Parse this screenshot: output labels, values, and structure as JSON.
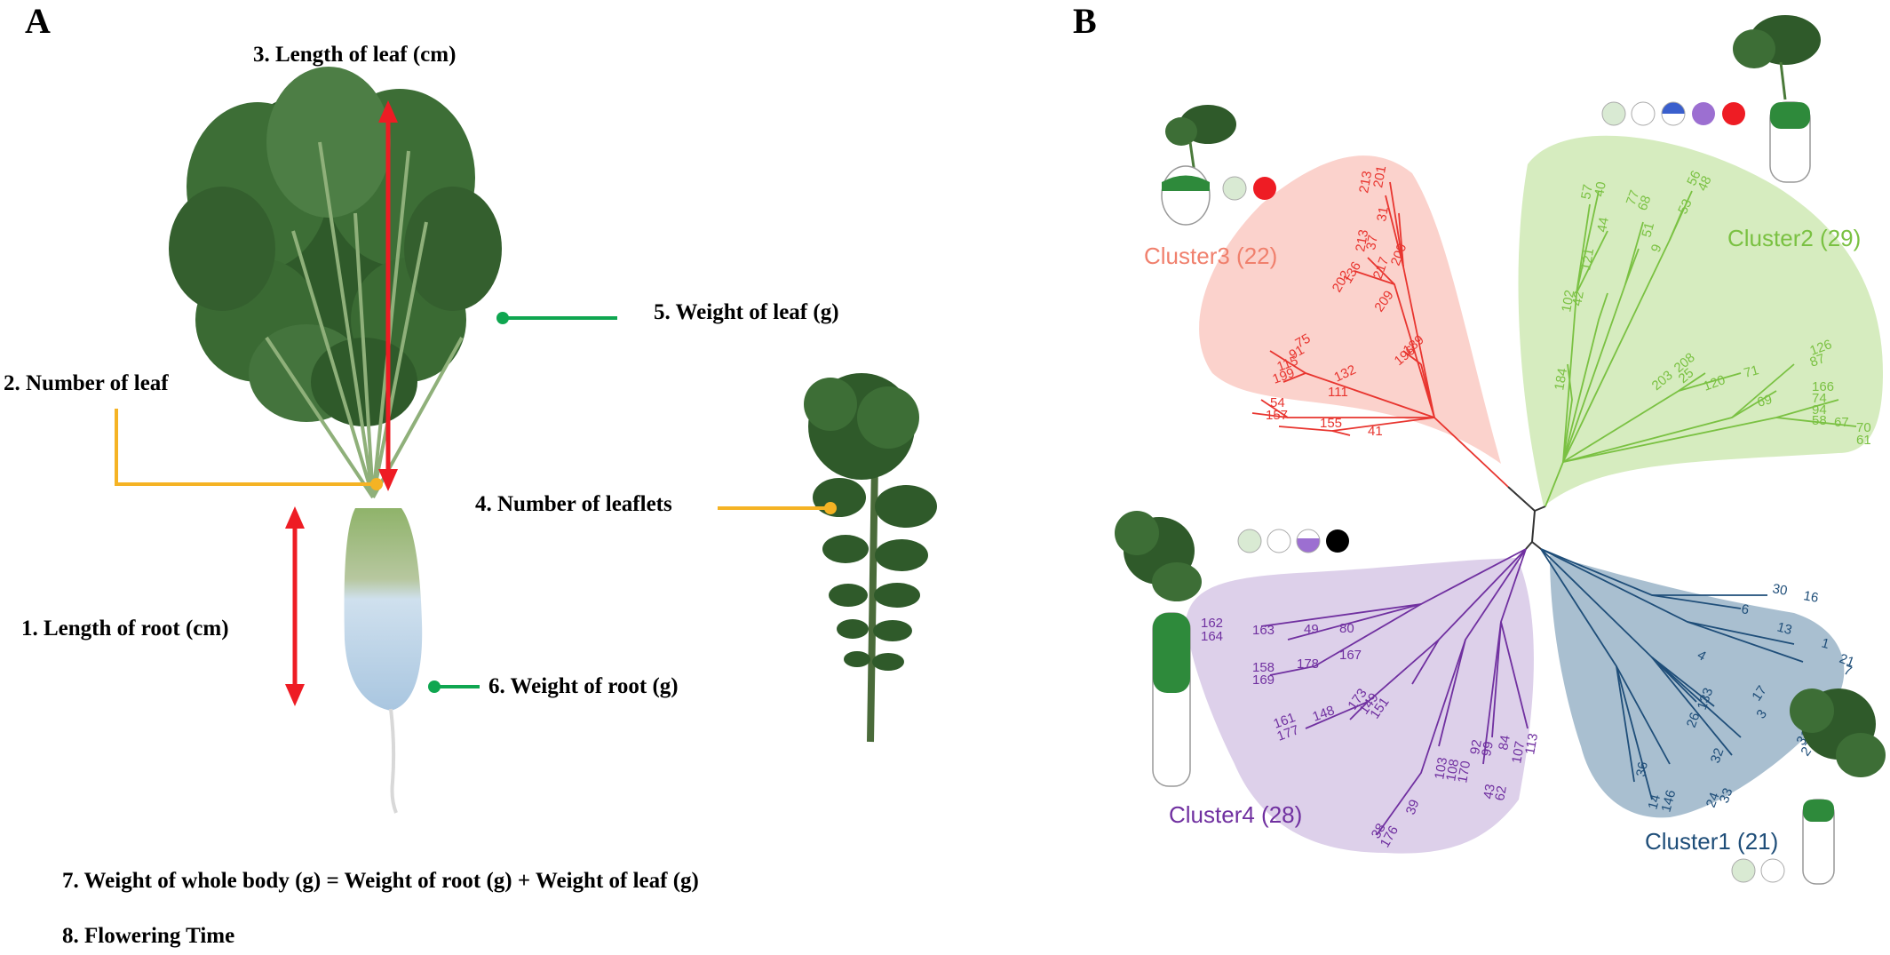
{
  "panelA": {
    "letter": "A",
    "traits": {
      "t1": "1. Length of root (cm)",
      "t2": "2. Number of leaf",
      "t3": "3. Length of leaf (cm)",
      "t4": "4. Number of leaflets",
      "t5": "5. Weight of leaf (g)",
      "t6": "6. Weight of root (g)",
      "t7": "7. Weight of whole body (g) = Weight of root (g) + Weight of leaf (g)",
      "t8": "8. Flowering Time"
    }
  },
  "panelB": {
    "letter": "B",
    "clusters": {
      "c1": {
        "label": "Cluster1 (21)",
        "color": "#1f4e79",
        "fill": "#a9bfd0",
        "ids": [
          "30",
          "16",
          "6",
          "13",
          "1",
          "21",
          "7",
          "4",
          "17",
          "3",
          "31",
          "27",
          "133",
          "26",
          "32",
          "36",
          "33",
          "24",
          "146",
          "14"
        ]
      },
      "c2": {
        "label": "Cluster2 (29)",
        "color": "#7ac142",
        "fill": "#d6ecbf",
        "ids": [
          "57",
          "40",
          "77",
          "68",
          "56",
          "48",
          "53",
          "44",
          "51",
          "9",
          "121",
          "42",
          "102",
          "184",
          "203",
          "208",
          "25",
          "126",
          "87",
          "71",
          "166",
          "74",
          "94",
          "58",
          "120",
          "69",
          "67",
          "70",
          "61"
        ]
      },
      "c3": {
        "label": "Cluster3 (22)",
        "color": "#e8352f",
        "fill": "#fbd2cc",
        "ids": [
          "201",
          "213",
          "31",
          "37",
          "213",
          "200",
          "217",
          "136",
          "202",
          "209",
          "189",
          "196",
          "75",
          "91",
          "115",
          "199",
          "132",
          "111",
          "54",
          "157",
          "155",
          "41"
        ]
      },
      "c4": {
        "label": "Cluster4 (28)",
        "color": "#7030a0",
        "fill": "#ddd0ea",
        "ids": [
          "162",
          "164",
          "163",
          "49",
          "80",
          "158",
          "169",
          "178",
          "167",
          "161",
          "177",
          "148",
          "173",
          "149",
          "151",
          "92",
          "99",
          "84",
          "113",
          "107",
          "103",
          "108",
          "170",
          "43",
          "62",
          "39",
          "38",
          "176"
        ]
      }
    },
    "legend_colors": {
      "light_green": "#d9ead3",
      "white": "#ffffff",
      "red": "#ee1c24",
      "black": "#000000",
      "purple": "#9c6fd1",
      "blue": "#3a5fcd"
    }
  }
}
